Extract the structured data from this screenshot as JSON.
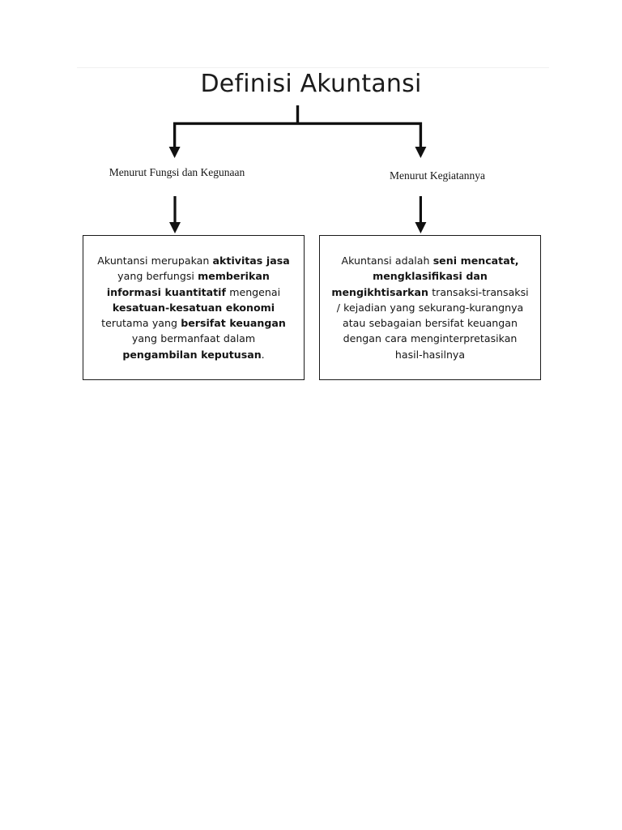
{
  "page": {
    "background_color": "#ffffff",
    "rule_color": "#f0f0f0"
  },
  "diagram": {
    "type": "hierarchy-tree",
    "title": "Definisi Akuntansi",
    "branches": [
      {
        "label": "Menurut Fungsi dan Kegunaan"
      },
      {
        "label": "Menurut Kegiatannya"
      }
    ],
    "boxes": [
      {
        "name": "definisi-fungsi-kegunaan",
        "runs": [
          {
            "text": "Akuntansi merupakan ",
            "bold": false
          },
          {
            "text": "aktivitas jasa",
            "bold": true
          },
          {
            "text": " yang berfungsi ",
            "bold": false
          },
          {
            "text": "memberikan informasi kuantitatif",
            "bold": true
          },
          {
            "text": " mengenai ",
            "bold": false
          },
          {
            "text": "kesatuan-kesatuan ekonomi",
            "bold": true
          },
          {
            "text": " terutama yang ",
            "bold": false
          },
          {
            "text": "bersifat keuangan",
            "bold": true
          },
          {
            "text": " yang bermanfaat dalam ",
            "bold": false
          },
          {
            "text": "pengambilan keputusan",
            "bold": true
          },
          {
            "text": ".",
            "bold": false
          }
        ]
      },
      {
        "name": "definisi-kegiatan",
        "runs": [
          {
            "text": "Akuntansi adalah ",
            "bold": false
          },
          {
            "text": "seni mencatat, mengklasifikasi dan mengikhtisarkan",
            "bold": true
          },
          {
            "text": " transaksi-transaksi / kejadian yang sekurang-kurangnya atau sebagaian bersifat keuangan dengan cara menginterpretasikan hasil-hasilnya",
            "bold": false
          }
        ]
      }
    ],
    "connector_color": "#111111"
  }
}
